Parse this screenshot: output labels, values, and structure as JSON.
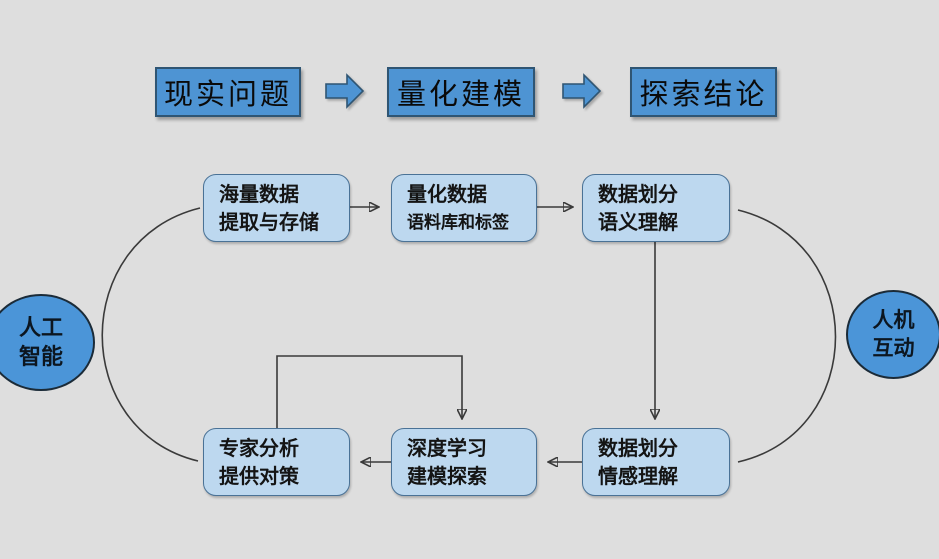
{
  "top_flow": {
    "steps": [
      "现实问题",
      "量化建模",
      "探索结论"
    ]
  },
  "cycle": {
    "left_circle": {
      "line1": "人工",
      "line2": "智能"
    },
    "right_circle": {
      "line1": "人机",
      "line2": "互动"
    },
    "top_nodes": [
      {
        "line1": "海量数据",
        "line2": "提取与存储"
      },
      {
        "line1": "量化数据",
        "line2": "语料库和标签"
      },
      {
        "line1": "数据划分",
        "line2": "语义理解"
      }
    ],
    "bottom_nodes": [
      {
        "line1": "专家分析",
        "line2": "提供对策"
      },
      {
        "line1": "深度学习",
        "line2": "建模探索"
      },
      {
        "line1": "数据划分",
        "line2": "情感理解"
      }
    ]
  },
  "colors": {
    "background": "#dedede",
    "solid_box_fill": "#4e94d3",
    "solid_box_border": "#2f5573",
    "rounded_box_fill": "#bdd8ef",
    "rounded_box_border": "#4a7296",
    "circle_fill": "#4b95d8",
    "circle_border": "#1b2b38",
    "connector": "#3a3a3a"
  }
}
